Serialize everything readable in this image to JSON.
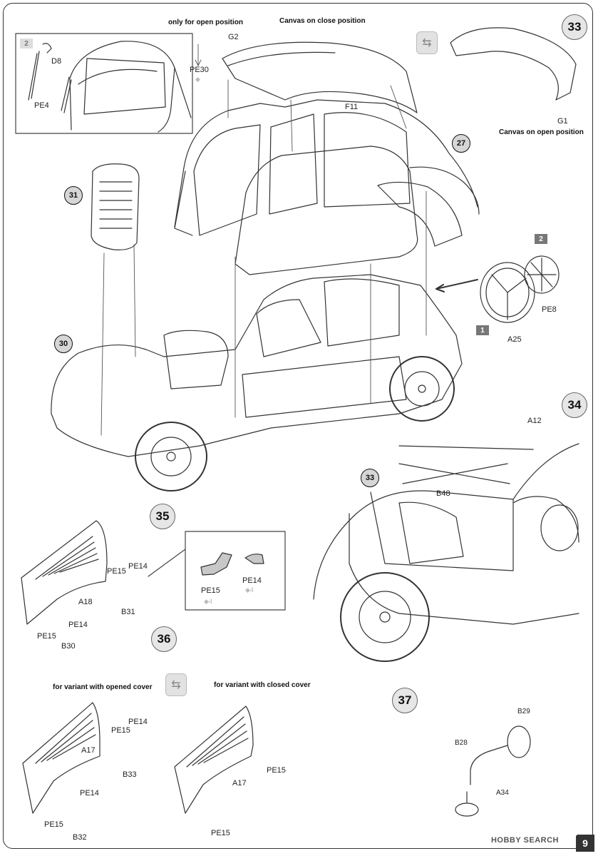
{
  "notes": {
    "open_only": "only for open position",
    "canvas_close": "Canvas on close position",
    "canvas_open": "Canvas on open position",
    "variant_opened": "for variant with opened cover",
    "variant_closed": "for variant with closed cover"
  },
  "steps": {
    "s33": "33",
    "s34": "34",
    "s35": "35",
    "s36": "36",
    "s37": "37"
  },
  "subassemblies": {
    "a27": "27",
    "a30": "30",
    "a31": "31",
    "a33": "33"
  },
  "inset_count": "2",
  "order_marks": {
    "first": "1",
    "second": "2"
  },
  "parts": {
    "D8": "D8",
    "PE4": "PE4",
    "PE30": "PE30",
    "G2": "G2",
    "F11": "F11",
    "G1": "G1",
    "A25": "A25",
    "PE8": "PE8",
    "A12": "A12",
    "B48": "B48",
    "PE15": "PE15",
    "PE14": "PE14",
    "A18": "A18",
    "B31": "B31",
    "B30": "B30",
    "A17": "A17",
    "B33": "B33",
    "B32": "B32",
    "B29": "B29",
    "B28": "B28",
    "A34": "A34"
  },
  "qty": {
    "pe15": "4",
    "pe14": "4"
  },
  "watermark": "HOBBY SEARCH",
  "page_number": "9",
  "icons": [
    "photo-etch-icon",
    "symmetry-icon",
    "arrow-icon"
  ]
}
